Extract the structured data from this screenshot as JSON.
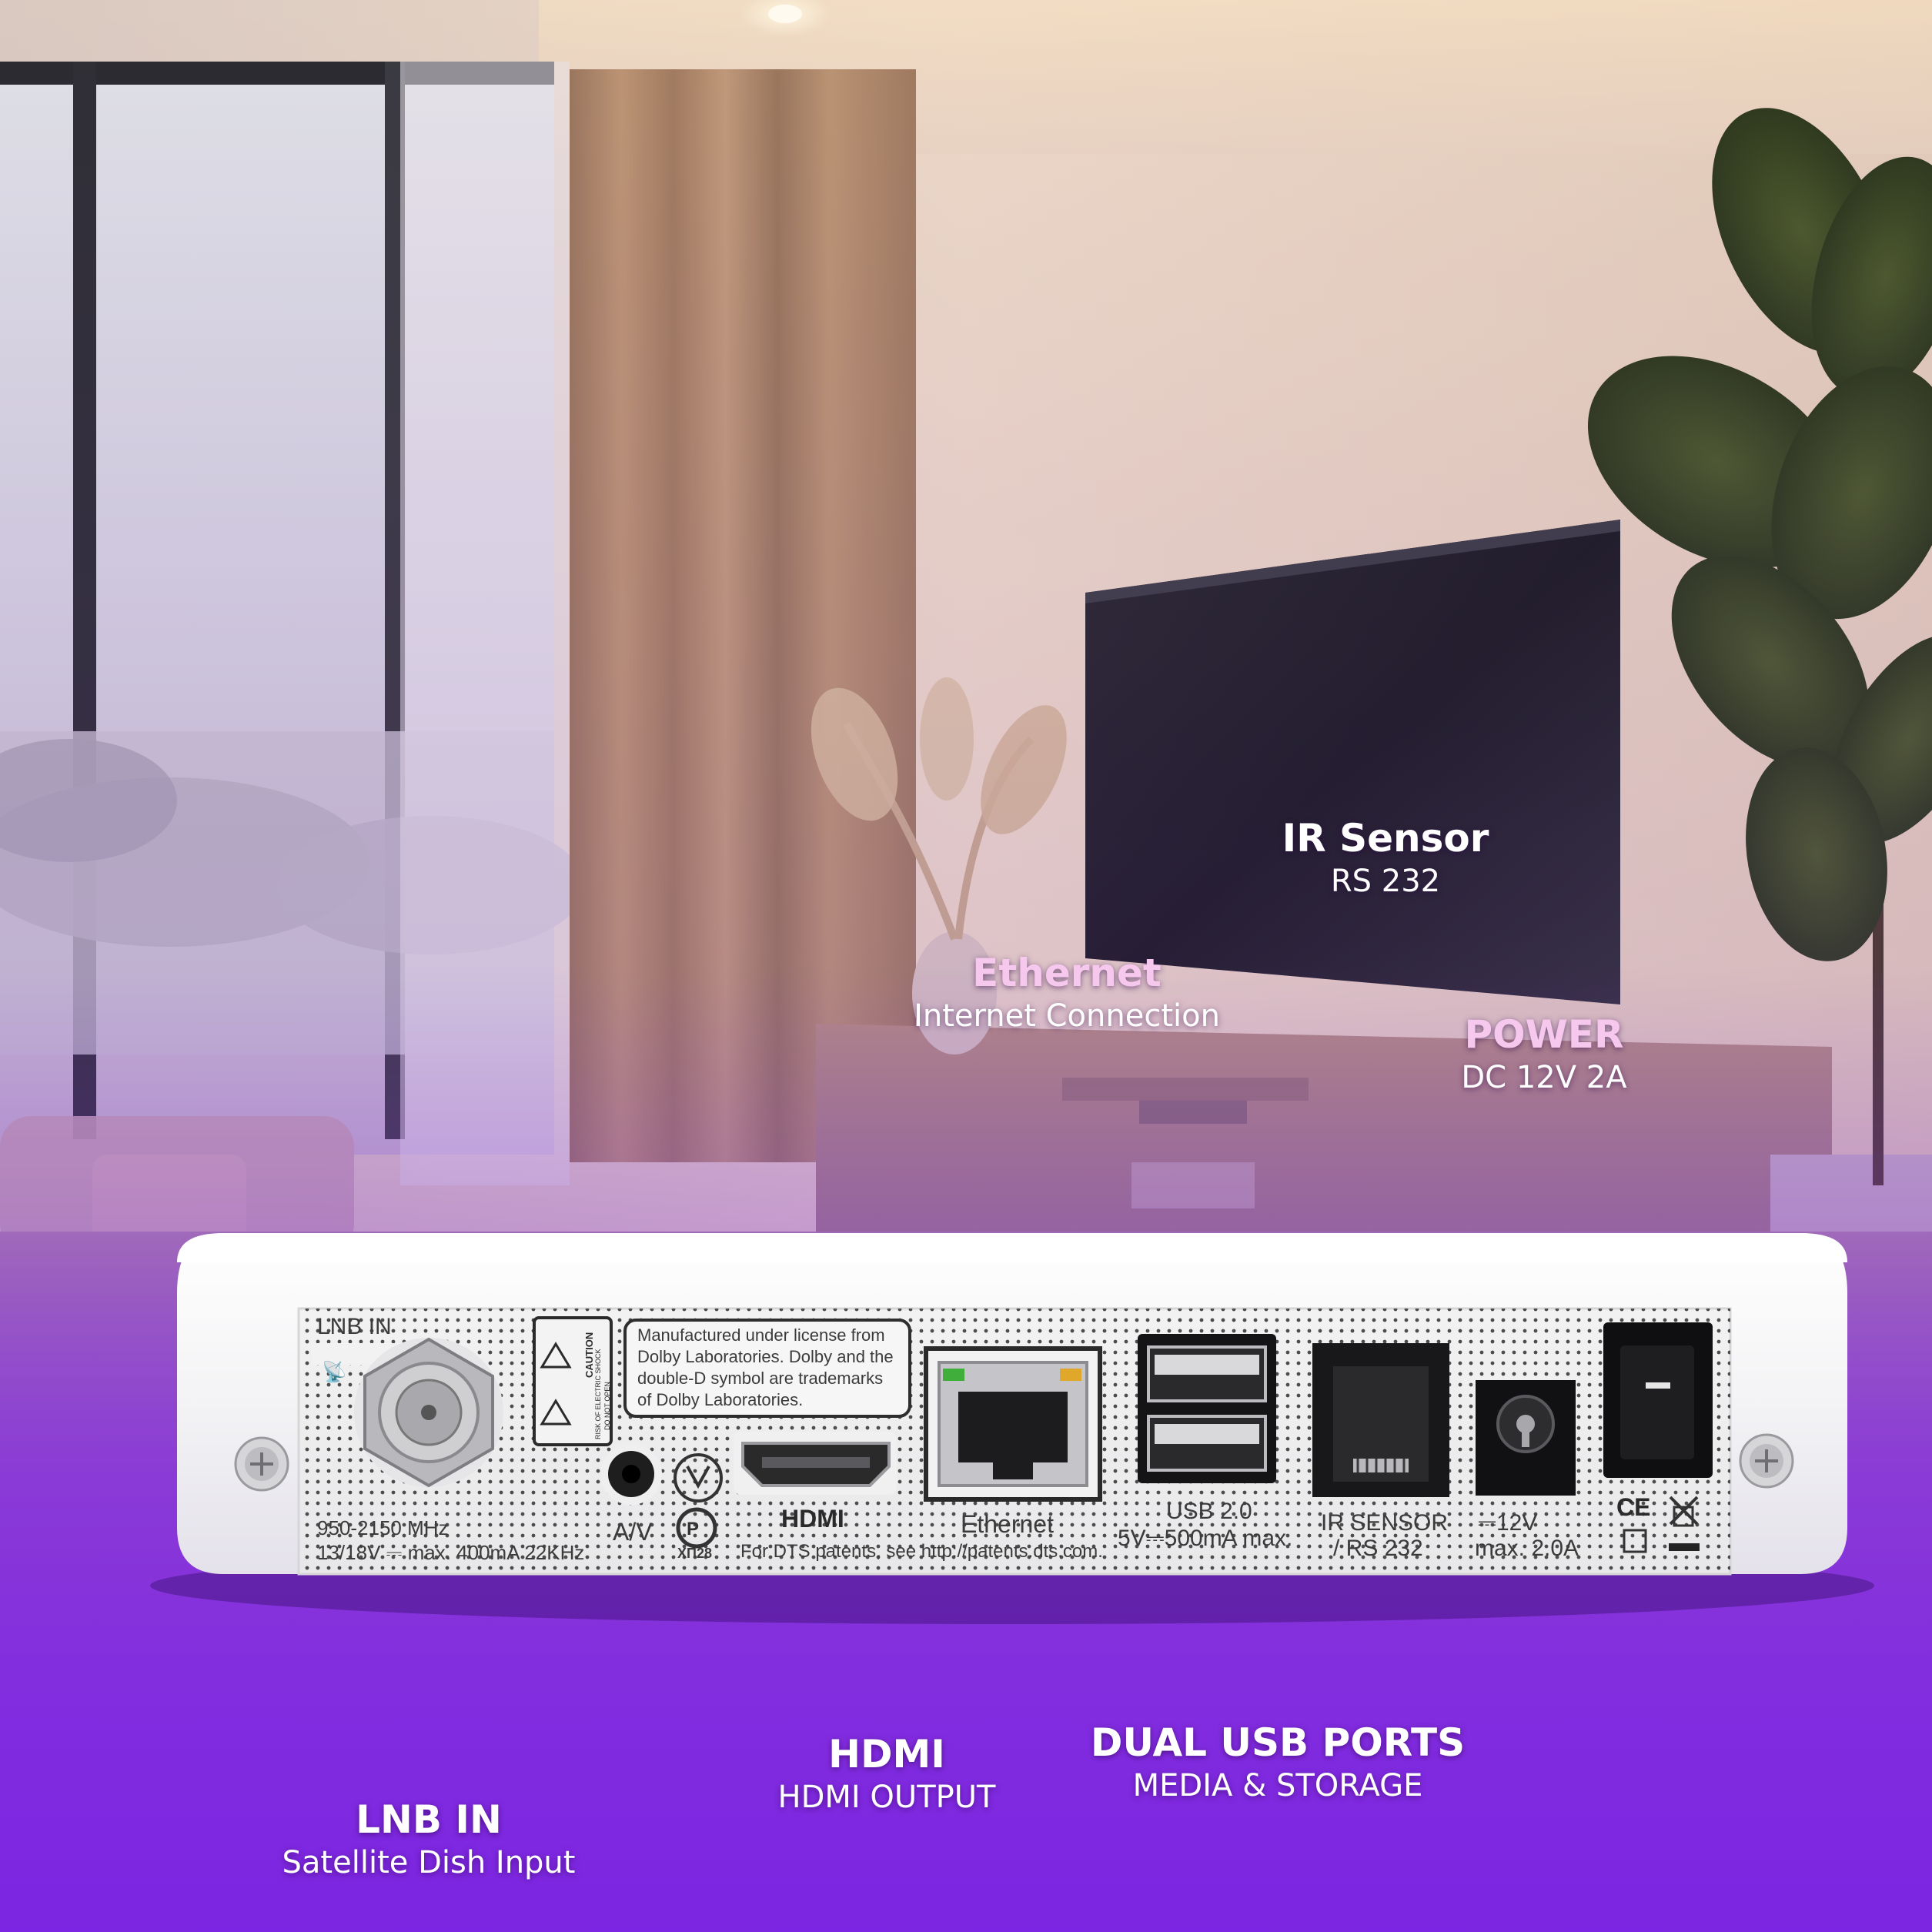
{
  "callouts": {
    "ir_sensor": {
      "title": "IR Sensor",
      "subtitle": "RS 232"
    },
    "ethernet": {
      "title": "Ethernet",
      "subtitle": "Internet Connection"
    },
    "power": {
      "title": "POWER",
      "subtitle": "DC 12V 2A"
    },
    "hdmi": {
      "title": "HDMI",
      "subtitle": "HDMI OUTPUT"
    },
    "dual_usb": {
      "title": "DUAL USB PORTS",
      "subtitle": "MEDIA & STORAGE"
    },
    "lnb_in": {
      "title": "LNB IN",
      "subtitle": "Satellite Dish Input"
    }
  },
  "device_labels": {
    "lnb_in": "LNB IN",
    "freq": "950-2150 MHz",
    "lnb_spec": "13/18V ⎓ max. 400mA 22KHz",
    "av": "A/V",
    "cert_mark": "ХП28",
    "caution_title": "CAUTION",
    "caution_line1": "RISK OF ELECTRIC SHOCK",
    "caution_line2": "DO NOT OPEN",
    "dolby_line1": "Manufactured under license from",
    "dolby_line2": "Dolby Laboratories. Dolby and the",
    "dolby_line3": "double-D symbol are trademarks",
    "dolby_line4": "of Dolby Laboratories.",
    "hdmi": "HDMI",
    "dts": "For DTS patents, see http://patents.dts.com.",
    "ethernet": "Ethernet",
    "usb_line1": "USB 2.0",
    "usb_line2": "5V⎓500mA max.",
    "ir_line1": "IR SENSOR",
    "ir_line2": "/ RS 232",
    "power_line1": "⎓12V",
    "power_line2": "max. 2.0A",
    "ce": "CE"
  },
  "colors": {
    "accent_purple": "#8a2be2",
    "callout_pink": "#f6c8ee",
    "device_white": "#f4f4f4"
  }
}
